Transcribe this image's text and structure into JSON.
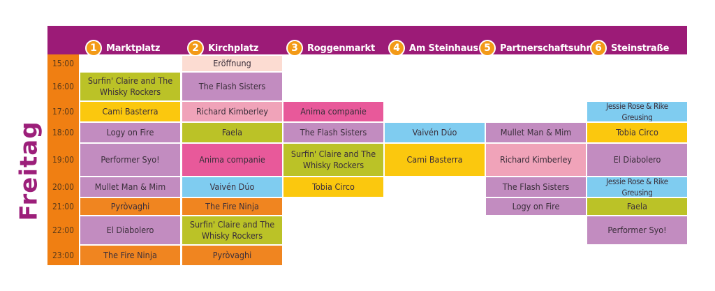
{
  "day": "Freitag",
  "colors": {
    "header": "#9c1b77",
    "time_column": "#f07f12",
    "stage_number": "#f39a17"
  },
  "stages": [
    {
      "num": "1",
      "name": "Marktplatz"
    },
    {
      "num": "2",
      "name": "Kirchplatz"
    },
    {
      "num": "3",
      "name": "Roggenmarkt"
    },
    {
      "num": "4",
      "name": "Am Steinhaus"
    },
    {
      "num": "5",
      "name": "Partnerschaftsuhr"
    },
    {
      "num": "6",
      "name": "Steinstraße"
    }
  ],
  "times": [
    "15:00",
    "16:00",
    "17:00",
    "18:00",
    "19:00",
    "20:00",
    "21:00",
    "22:00",
    "23:00"
  ],
  "acts": {
    "s1_16": "Surfin' Claire and The Whisky Rockers",
    "s1_17": "Cami Basterra",
    "s1_18": "Logy on Fire",
    "s1_19": "Performer Syo!",
    "s1_20": "Mullet Man & Mim",
    "s1_21": "Pyròvaghi",
    "s1_22": "El Diabolero",
    "s1_23": "The Fire Ninja",
    "s2_15": "Eröffnung",
    "s2_16": "The Flash Sisters",
    "s2_17": "Richard Kimberley",
    "s2_18": "Faela",
    "s2_19": "Anima companie",
    "s2_20": "Vaivén Dúo",
    "s2_21": "The Fire Ninja",
    "s2_22": "Surfin' Claire and The Whisky Rockers",
    "s2_23": "Pyròvaghi",
    "s3_17": "Anima companie",
    "s3_18": "The Flash Sisters",
    "s3_19": "Surfin' Claire and The Whisky Rockers",
    "s3_20": "Tobia Circo",
    "s4_18": "Vaivén Dúo",
    "s4_19": "Cami Basterra",
    "s5_18": "Mullet Man & Mim",
    "s5_19": "Richard Kimberley",
    "s5_20": "The Flash Sisters",
    "s5_21": "Logy on Fire",
    "s6_17": "Jessie Rose & Rike Greusing",
    "s6_18": "Tobia Circo",
    "s6_19": "El Diabolero",
    "s6_20": "Jessie Rose & Rike Greusing",
    "s6_21": "Faela",
    "s6_22": "Performer Syo!"
  }
}
